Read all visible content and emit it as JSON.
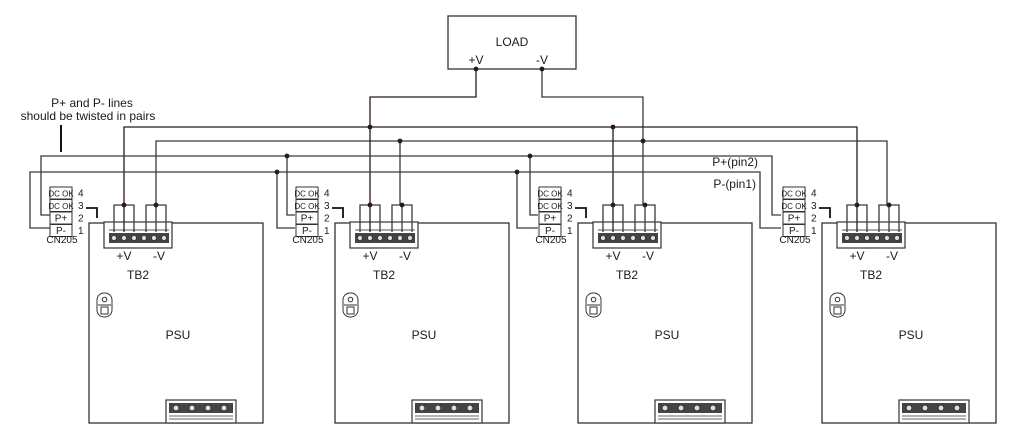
{
  "diagram": {
    "title": "Parallel PSU connection with remote sense",
    "note": {
      "line1": "P+  and P-  lines",
      "line2": "should be twisted in pairs"
    },
    "load": {
      "label": "LOAD",
      "plus": "+V",
      "minus": "-V"
    },
    "wire_labels": {
      "p_plus": "P+(pin2)",
      "p_minus": "P-(pin1)"
    },
    "connector": {
      "name": "CN205",
      "pins": [
        {
          "label": "DC OK",
          "num": "4"
        },
        {
          "label": "DC OK",
          "num": "3"
        },
        {
          "label": "P+",
          "num": "2"
        },
        {
          "label": "P-",
          "num": "1"
        }
      ]
    },
    "terminal": {
      "name": "TB2",
      "plus": "+V",
      "minus": "-V"
    },
    "units": [
      {
        "label": "PSU"
      },
      {
        "label": "PSU"
      },
      {
        "label": "PSU"
      },
      {
        "label": "PSU"
      }
    ]
  }
}
